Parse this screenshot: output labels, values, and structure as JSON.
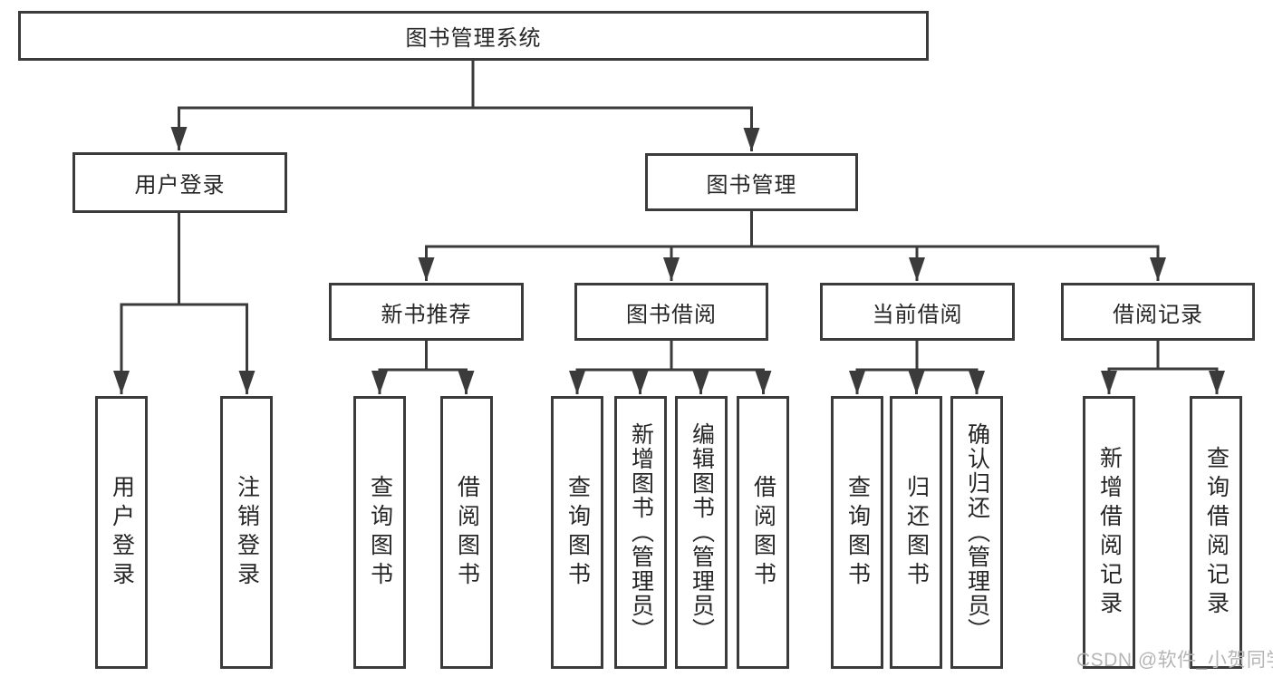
{
  "tree": {
    "root": {
      "label": "图书管理系统"
    },
    "branches": [
      {
        "label": "用户登录",
        "children": [
          {
            "label": "用户登录"
          },
          {
            "label": "注销登录"
          }
        ]
      },
      {
        "label": "图书管理",
        "children": [
          {
            "label": "新书推荐",
            "children": [
              {
                "label": "查询图书"
              },
              {
                "label": "借阅图书"
              }
            ]
          },
          {
            "label": "图书借阅",
            "children": [
              {
                "label": "查询图书"
              },
              {
                "label": "新增图书（管理员）"
              },
              {
                "label": "编辑图书（管理员）"
              },
              {
                "label": "借阅图书"
              }
            ]
          },
          {
            "label": "当前借阅",
            "children": [
              {
                "label": "查询图书"
              },
              {
                "label": "归还图书"
              },
              {
                "label": "确认归还（管理员）"
              }
            ]
          },
          {
            "label": "借阅记录",
            "children": [
              {
                "label": "新增借阅记录"
              },
              {
                "label": "查询借阅记录"
              }
            ]
          }
        ]
      }
    ]
  },
  "watermark": {
    "text": "CSDN @软件_小贺同学"
  },
  "colors": {
    "line": "#3b3b3b",
    "text": "#262626",
    "box_background": "#ffffff",
    "watermark": "#b5b5b5",
    "page_background": "#ffffff"
  }
}
